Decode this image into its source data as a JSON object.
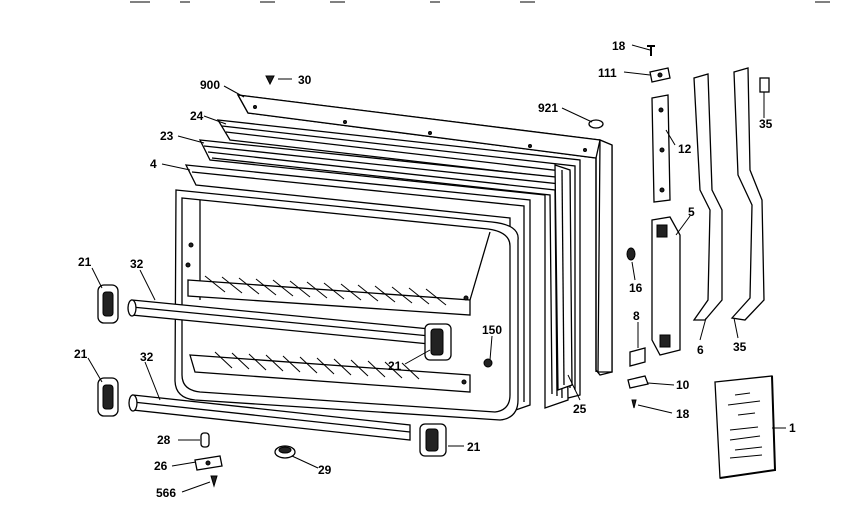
{
  "diagram": {
    "callouts": [
      {
        "id": "c-18-top",
        "text": "18"
      },
      {
        "id": "c-111",
        "text": "111"
      },
      {
        "id": "c-35-top",
        "text": "35"
      },
      {
        "id": "c-921",
        "text": "921"
      },
      {
        "id": "c-900",
        "text": "900"
      },
      {
        "id": "c-30",
        "text": "30"
      },
      {
        "id": "c-24",
        "text": "24"
      },
      {
        "id": "c-23",
        "text": "23"
      },
      {
        "id": "c-12",
        "text": "12"
      },
      {
        "id": "c-4",
        "text": "4"
      },
      {
        "id": "c-5",
        "text": "5"
      },
      {
        "id": "c-21-a",
        "text": "21"
      },
      {
        "id": "c-32-a",
        "text": "32"
      },
      {
        "id": "c-16",
        "text": "16"
      },
      {
        "id": "c-150",
        "text": "150"
      },
      {
        "id": "c-8",
        "text": "8"
      },
      {
        "id": "c-21-b",
        "text": "21"
      },
      {
        "id": "c-6",
        "text": "6"
      },
      {
        "id": "c-35-bot",
        "text": "35"
      },
      {
        "id": "c-21-c",
        "text": "21"
      },
      {
        "id": "c-32-b",
        "text": "32"
      },
      {
        "id": "c-10",
        "text": "10"
      },
      {
        "id": "c-25",
        "text": "25"
      },
      {
        "id": "c-18-bot",
        "text": "18"
      },
      {
        "id": "c-1",
        "text": "1"
      },
      {
        "id": "c-28",
        "text": "28"
      },
      {
        "id": "c-21-d",
        "text": "21"
      },
      {
        "id": "c-26",
        "text": "26"
      },
      {
        "id": "c-29",
        "text": "29"
      },
      {
        "id": "c-566",
        "text": "566"
      }
    ]
  }
}
